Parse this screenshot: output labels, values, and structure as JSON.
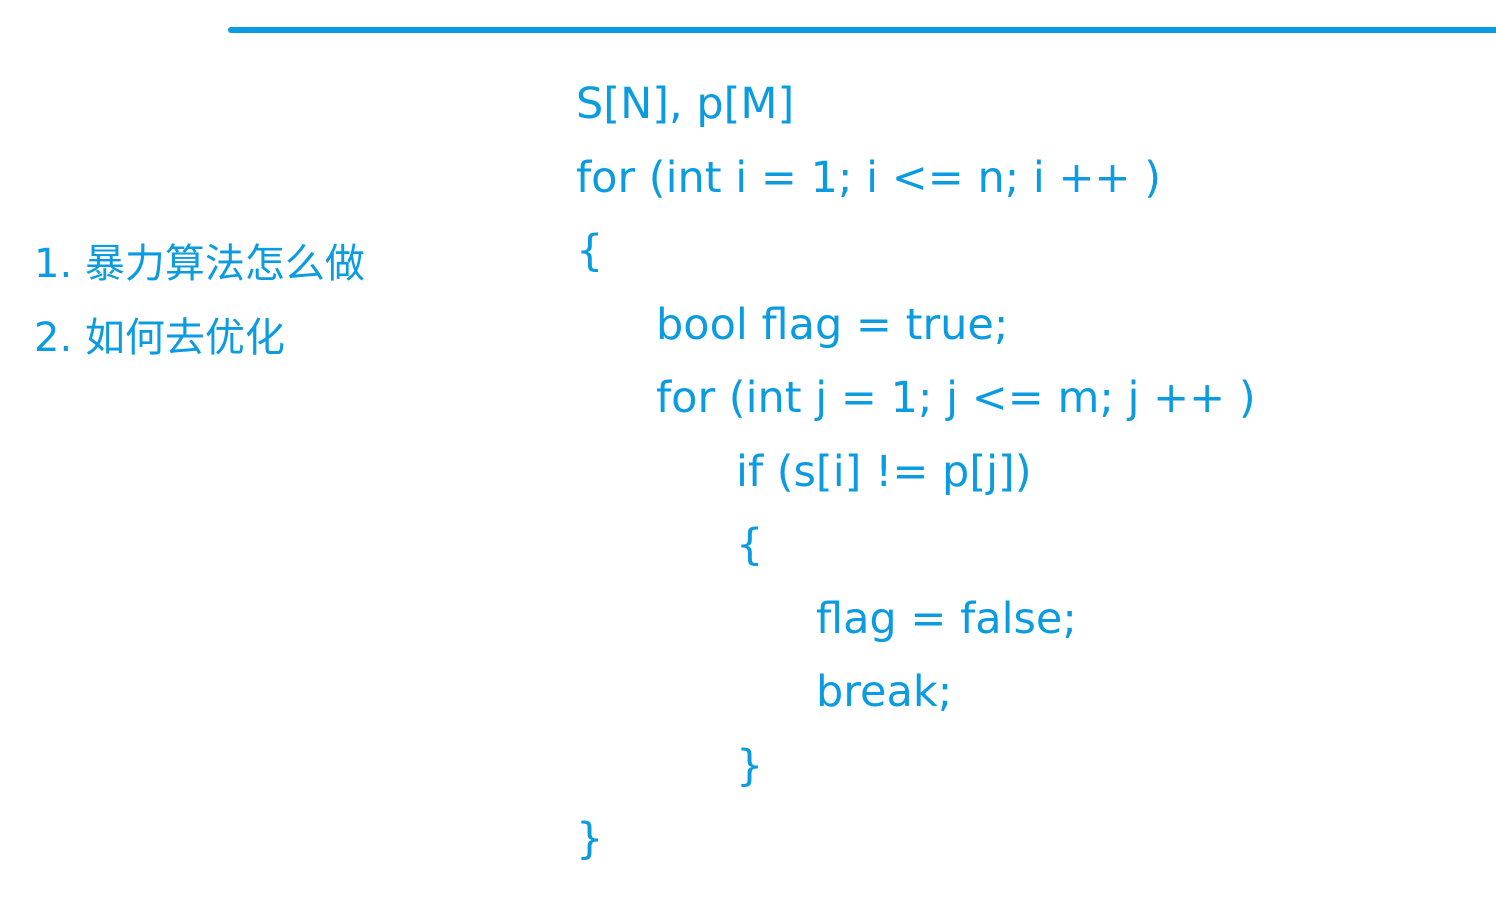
{
  "outline": {
    "items": [
      "1. 暴力算法怎么做",
      "2. 如何去优化"
    ]
  },
  "code": {
    "lines": [
      "S[N], p[M]",
      "for (int i = 1; i <= n; i ++ )",
      "{",
      "bool flag = true;",
      "for (int j = 1; j <= m; j ++ )",
      "if (s[i] != p[j])",
      "{",
      "flag = false;",
      "break;",
      "}",
      "}"
    ]
  },
  "colors": {
    "accent": "#0a9be0",
    "background": "#ffffff"
  }
}
